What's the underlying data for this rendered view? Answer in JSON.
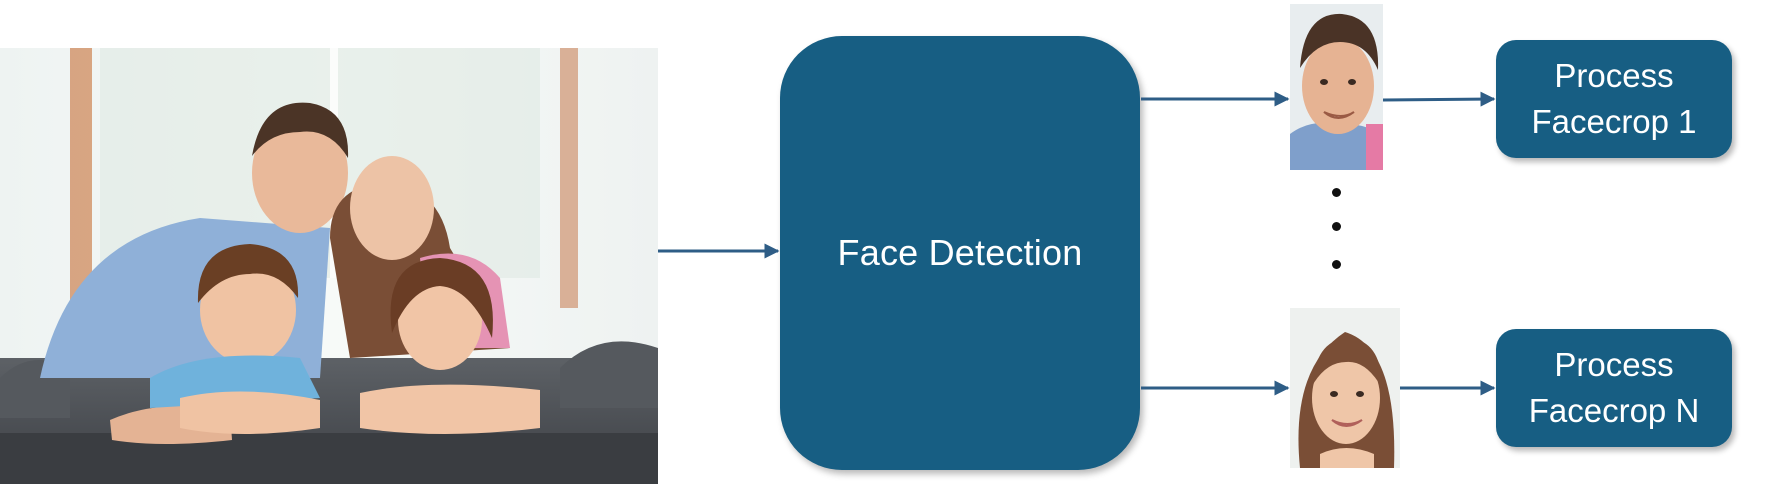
{
  "diagram": {
    "nodes": {
      "face_detection": {
        "label": "Face Detection"
      },
      "process_1": {
        "line1": "Process",
        "line2": "Facecrop 1"
      },
      "process_n": {
        "line1": "Process",
        "line2": "Facecrop N"
      }
    },
    "images": {
      "input_photo": "family-photo",
      "crop_1": "face-crop-man",
      "crop_n": "face-crop-woman"
    },
    "ellipsis": "vertical-dots"
  },
  "colors": {
    "box_fill": "#175e83",
    "arrow": "#2e5d86",
    "text": "#ffffff"
  }
}
